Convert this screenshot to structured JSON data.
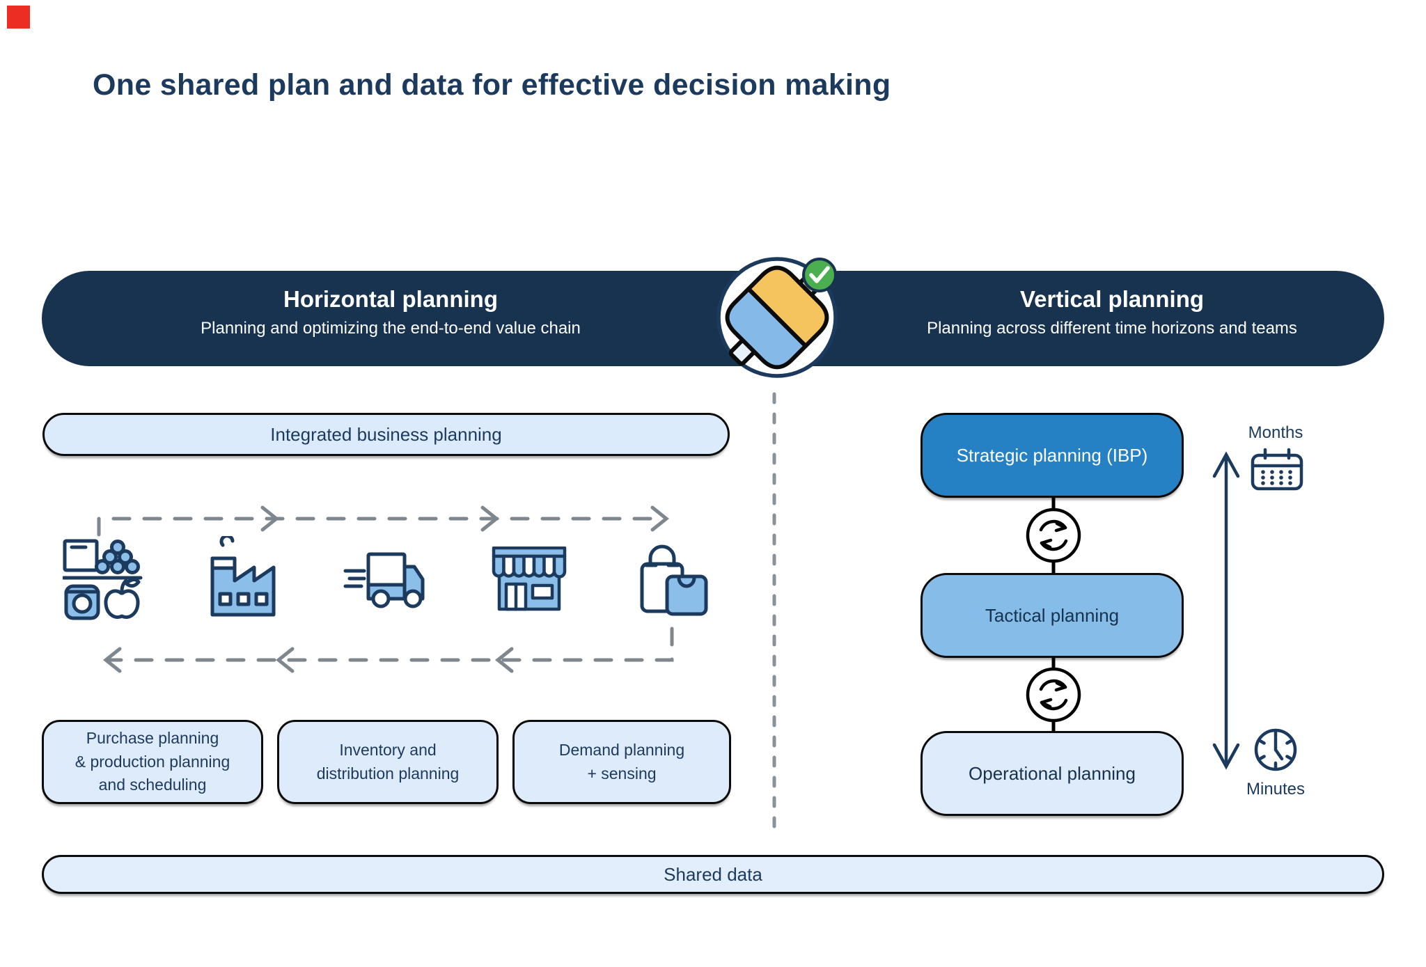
{
  "page": {
    "title": "One shared plan and data for effective decision making"
  },
  "palette": {
    "navy_banner": "#17334F",
    "navy_text": "#1B3A5E",
    "blue_strong": "#2580C4",
    "blue_medium": "#86BCE8",
    "blue_light": "#DEEBFA",
    "icon_blue": "#8BBEE9",
    "green_check": "#4BAE4F",
    "plug_yellow": "#F6C45E",
    "dash_gray": "#7E868E",
    "red_marker": "#EC2D23"
  },
  "banner": {
    "horizontal": {
      "title": "Horizontal planning",
      "subtitle": "Planning and optimizing the end-to-end value chain"
    },
    "vertical": {
      "title": "Vertical planning",
      "subtitle": "Planning across different time horizons and teams"
    },
    "icons": [
      "plug-connection-icon",
      "check-icon"
    ]
  },
  "horizontal_section": {
    "ibp_pill_label": "Integrated business planning",
    "value_chain_icons": [
      "groceries-icon",
      "factory-icon",
      "delivery-truck-icon",
      "storefront-icon",
      "shopping-bags-icon"
    ],
    "planning_boxes": [
      {
        "lines": [
          "Purchase planning",
          "& production planning",
          "and scheduling"
        ]
      },
      {
        "lines": [
          "Inventory and",
          "distribution planning"
        ]
      },
      {
        "lines": [
          "Demand planning",
          "+ sensing"
        ]
      }
    ]
  },
  "vertical_section": {
    "levels": [
      {
        "label": "Strategic planning (IBP)"
      },
      {
        "label": "Tactical planning"
      },
      {
        "label": "Operational planning"
      }
    ],
    "sync_icon": "sync-cycle-icon",
    "timeline": {
      "top_label": "Months",
      "top_icon": "calendar-icon",
      "bottom_label": "Minutes",
      "bottom_icon": "clock-icon"
    }
  },
  "shared_data_bar": {
    "label": "Shared data"
  }
}
